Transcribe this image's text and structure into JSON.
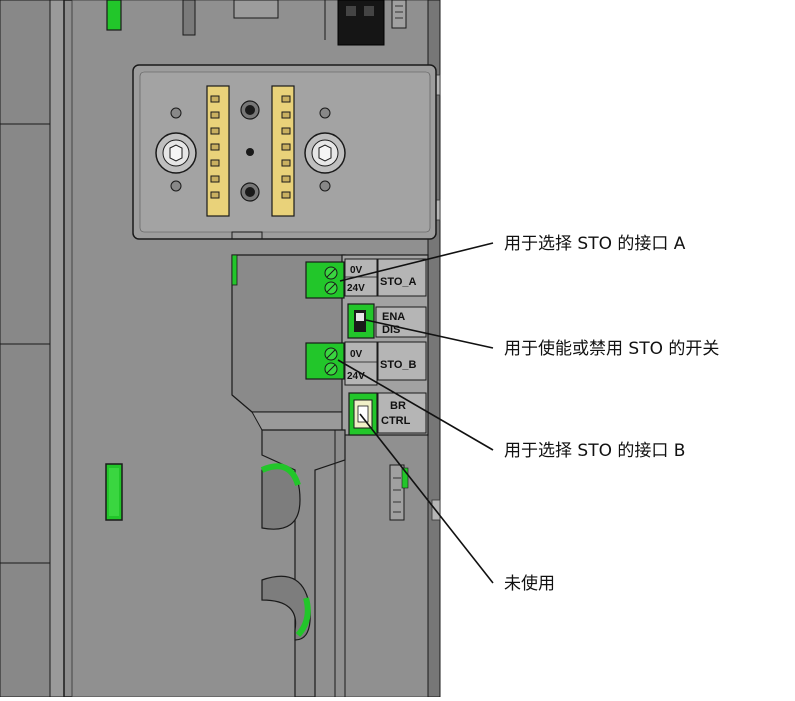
{
  "callouts": {
    "sto_a": "用于选择 STO 的接口 A",
    "switch": "用于使能或禁用 STO 的开关",
    "sto_b": "用于选择 STO 的接口 B",
    "unused": "未使用"
  },
  "device_labels": {
    "sto_a": "STO_A",
    "sto_b": "STO_B",
    "ena": "ENA",
    "dis": "DIS",
    "br": "BR",
    "ctrl": "CTRL",
    "v0": "0V",
    "v24": "24V"
  },
  "colors": {
    "housing": "#8c8c8c",
    "housing_dark": "#6f6f6f",
    "housing_light": "#a8a8a8",
    "connector_green": "#22c62a",
    "slot_yellow": "#e9d27a",
    "outline": "#1a1a1a"
  }
}
